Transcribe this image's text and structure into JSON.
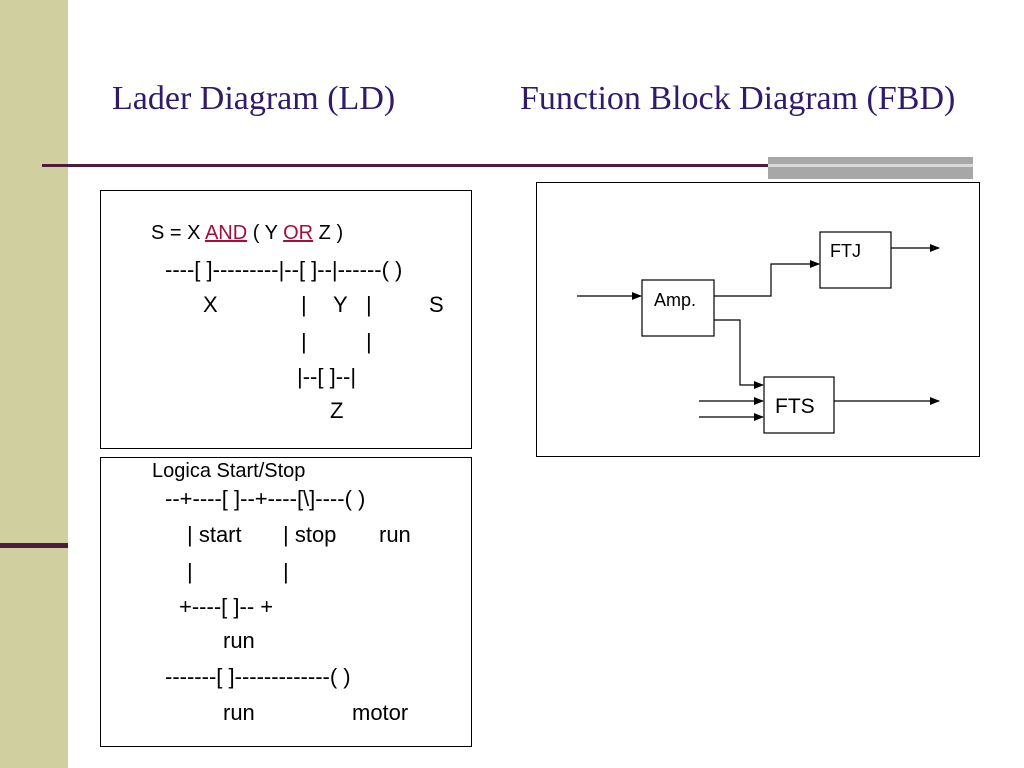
{
  "titles": {
    "ld": "Lader Diagram (LD)",
    "fbd": "Function Block Diagram (FBD)"
  },
  "ld_panel": {
    "equation": {
      "p1": "S = X ",
      "and": "AND",
      "p2": " ( Y ",
      "or": "OR",
      "p3": " Z )"
    },
    "lines": [
      "----[ ]---------|--[ ]--|------( )",
      "X",
      "|",
      "Y",
      "|",
      "S",
      "|",
      "|",
      "|--[ ]--|",
      "Z"
    ]
  },
  "startstop_panel": {
    "title": "Logica Start/Stop",
    "lines": [
      "--+----[ ]--+----[\\]----( )",
      "| start",
      "| stop",
      "run",
      "|",
      "|",
      "+----[ ]-- +",
      "run",
      "-------[ ]-------------( )",
      "run",
      "motor"
    ]
  },
  "fbd_panel": {
    "blocks": {
      "amp": "Amp.",
      "ftj": "FTJ",
      "fts": "FTS"
    }
  },
  "colors": {
    "band": "#cfcf9f",
    "accent": "#4d1b3d",
    "title": "#2f1a6b",
    "keyword": "#a0103a",
    "rule_gray": "#a7a7a7"
  }
}
